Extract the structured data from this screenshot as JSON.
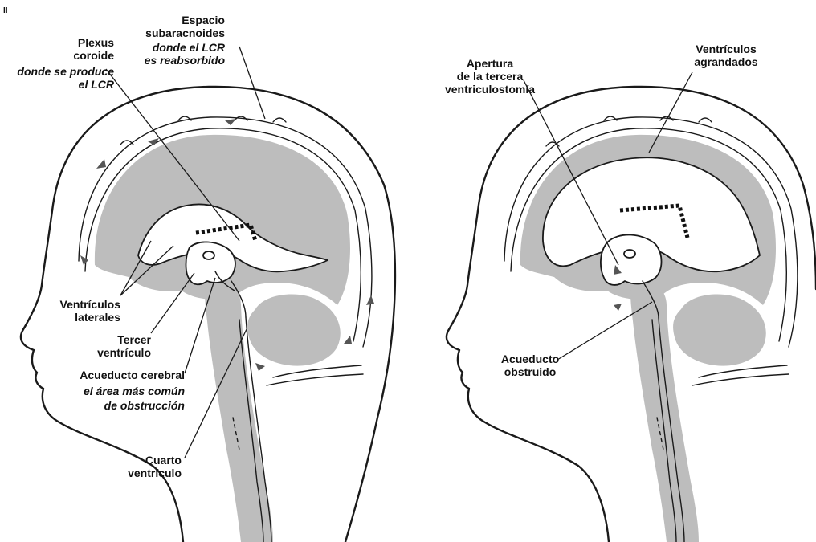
{
  "corner_mark": "II",
  "left_panel": {
    "espacio": [
      "Espacio",
      "subaracnoides"
    ],
    "espacio_note": [
      "donde el LCR",
      "es reabsorbido"
    ],
    "plexus": [
      "Plexus",
      "coroide"
    ],
    "plexus_note": [
      "donde se produce",
      "el LCR"
    ],
    "ventriculos_laterales": [
      "Ventrículos",
      "laterales"
    ],
    "tercer": [
      "Tercer",
      "ventrículo"
    ],
    "acueducto": [
      "Acueducto cerebral"
    ],
    "acueducto_note": [
      "el área más común",
      "de obstrucción"
    ],
    "cuarto": [
      "Cuarto",
      "ventrículo"
    ]
  },
  "right_panel": {
    "apertura": [
      "Apertura",
      "de la tercera",
      "ventriculostomía"
    ],
    "agrandados": [
      "Ventrículos",
      "agrandados"
    ],
    "obstruido": [
      "Acueducto",
      "obstruido"
    ]
  },
  "colors": {
    "brain_fill": "#bdbdbd",
    "line": "#1a1a1a"
  }
}
